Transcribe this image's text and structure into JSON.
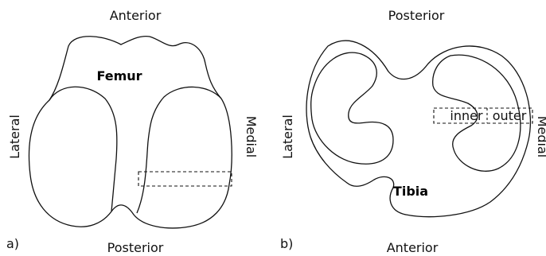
{
  "panel_a": {
    "tag": "a)",
    "top_label": "Anterior",
    "bottom_label": "Posterior",
    "left_label": "Lateral",
    "right_label": "Medial",
    "bone_label": "Femur"
  },
  "panel_b": {
    "tag": "b)",
    "top_label": "Posterior",
    "bottom_label": "Anterior",
    "left_label": "Lateral",
    "right_label": "Medial",
    "bone_label": "Tibia",
    "inner_label": "inner",
    "outer_label": "outer"
  }
}
